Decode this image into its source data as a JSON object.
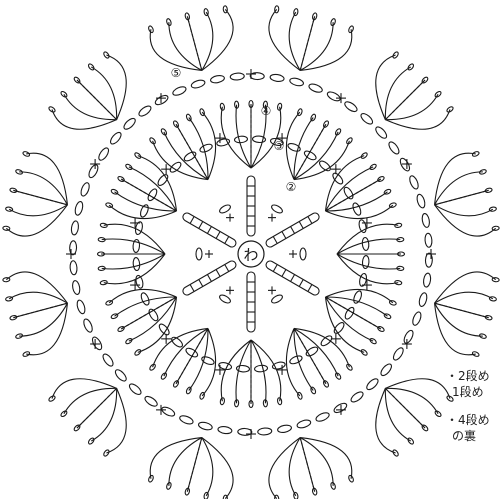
{
  "diagram": {
    "center_label": "わ",
    "round_markers": [
      "②",
      "③",
      "④",
      "⑤"
    ],
    "petal_count": 12,
    "spoke_count": 6
  },
  "notes": {
    "line1a": "・2段め",
    "line1b": "1段め",
    "line2a": "・4段め",
    "line2b": "の裏"
  },
  "colors": {
    "line": "#1a1a1a",
    "background": "#ffffff"
  }
}
